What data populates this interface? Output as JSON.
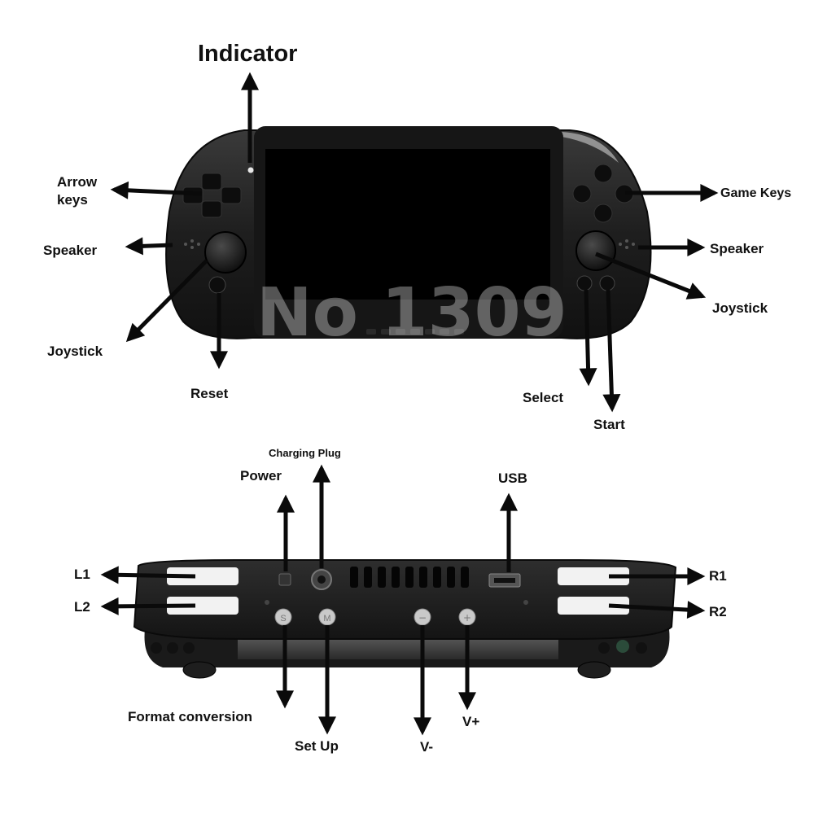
{
  "front_view": {
    "labels": {
      "indicator": "Indicator",
      "arrow_keys_line1": "Arrow",
      "arrow_keys_line2": "keys",
      "speaker_left": "Speaker",
      "joystick_left": "Joystick",
      "reset": "Reset",
      "game_keys": "Game Keys",
      "speaker_right": "Speaker",
      "joystick_right": "Joystick",
      "select": "Select",
      "start": "Start"
    },
    "watermark": "No 1309"
  },
  "top_view": {
    "labels": {
      "charging_plug": "Charging Plug",
      "power": "Power",
      "usb": "USB",
      "l1": "L1",
      "l2": "L2",
      "r1": "R1",
      "r2": "R2",
      "format_conversion": "Format conversion",
      "set_up": "Set Up",
      "v_minus": "V-",
      "v_plus": "V+"
    },
    "button_glyphs": {
      "s": "S",
      "m": "M",
      "minus": "−",
      "plus": "+"
    }
  },
  "colors": {
    "device_body": "#1c1c1c",
    "screen": "#000000",
    "shoulder_buttons": "#f2f2f2",
    "label_text": "#111111",
    "arrows": "#0a0a0a"
  }
}
